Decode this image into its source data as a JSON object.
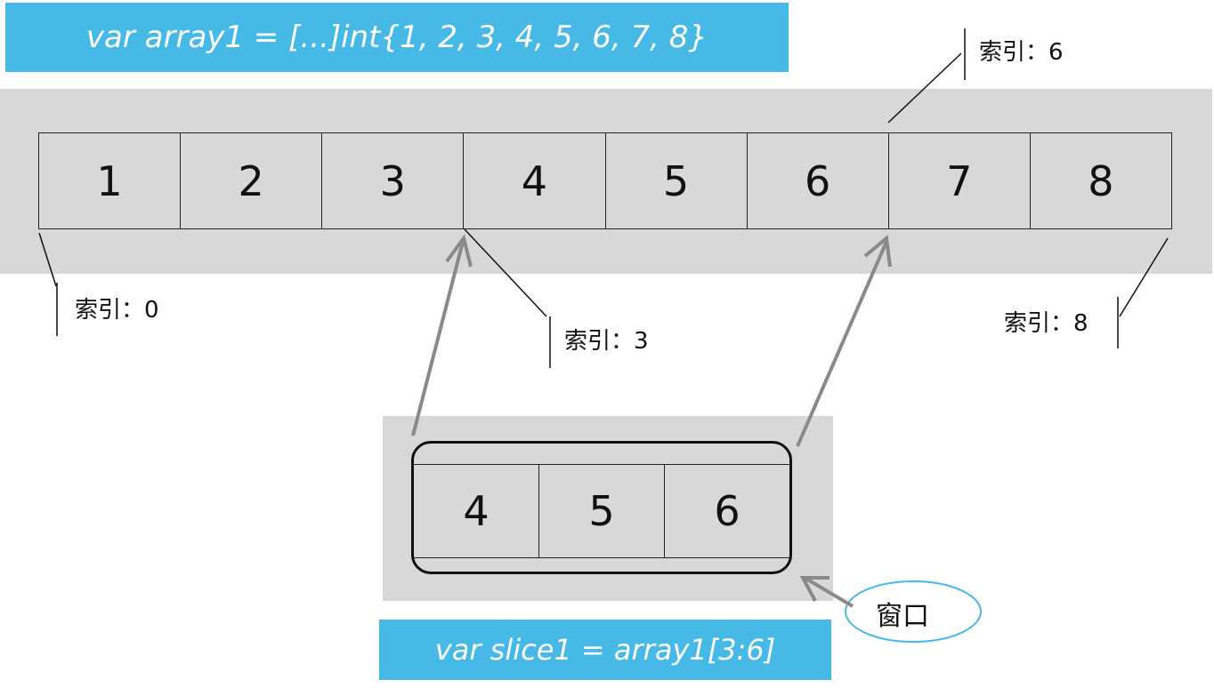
{
  "title_top": "var array1 = [...]int{1, 2, 3, 4, 5, 6, 7, 8}",
  "title_bottom": "var slice1 = array1[3:6]",
  "array": [
    "1",
    "2",
    "3",
    "4",
    "5",
    "6",
    "7",
    "8"
  ],
  "slice": [
    "4",
    "5",
    "6"
  ],
  "index_labels": {
    "i0": "索引：0",
    "i3": "索引：3",
    "i6": "索引：6",
    "i8": "索引：8"
  },
  "window_label": "窗口",
  "colors": {
    "banner": "#47b9e6",
    "shade": "#d8d8d8",
    "arrow": "#8a8a8a",
    "ellipse": "#47b9e6"
  }
}
